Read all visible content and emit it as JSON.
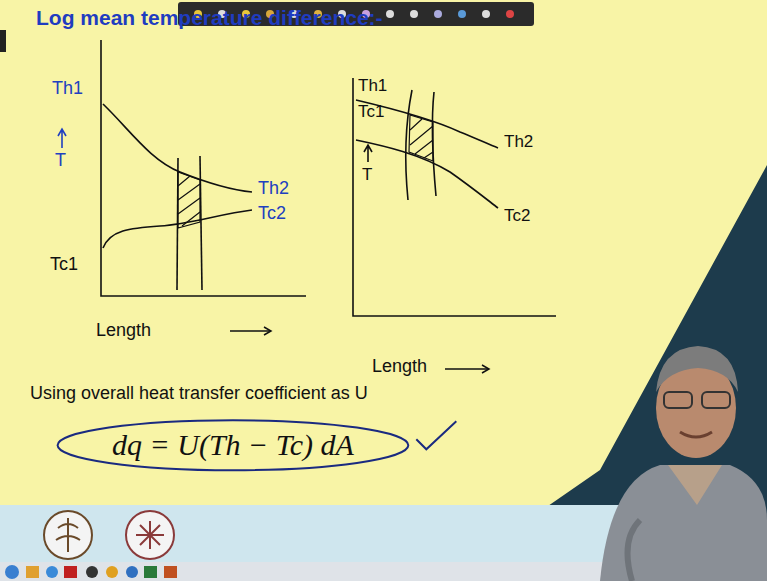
{
  "diagram": {
    "title": "Log mean temperature difference:-",
    "labels": [
      "Th1",
      "Th2",
      "Tc2",
      "Tc1",
      "T",
      "Length",
      "Th1",
      "Tc1",
      "Th2",
      "Tc2",
      "T",
      "Length",
      "Using overall heat transfer coefficient as U",
      "dq = U(Th − Tc) dA"
    ]
  }
}
